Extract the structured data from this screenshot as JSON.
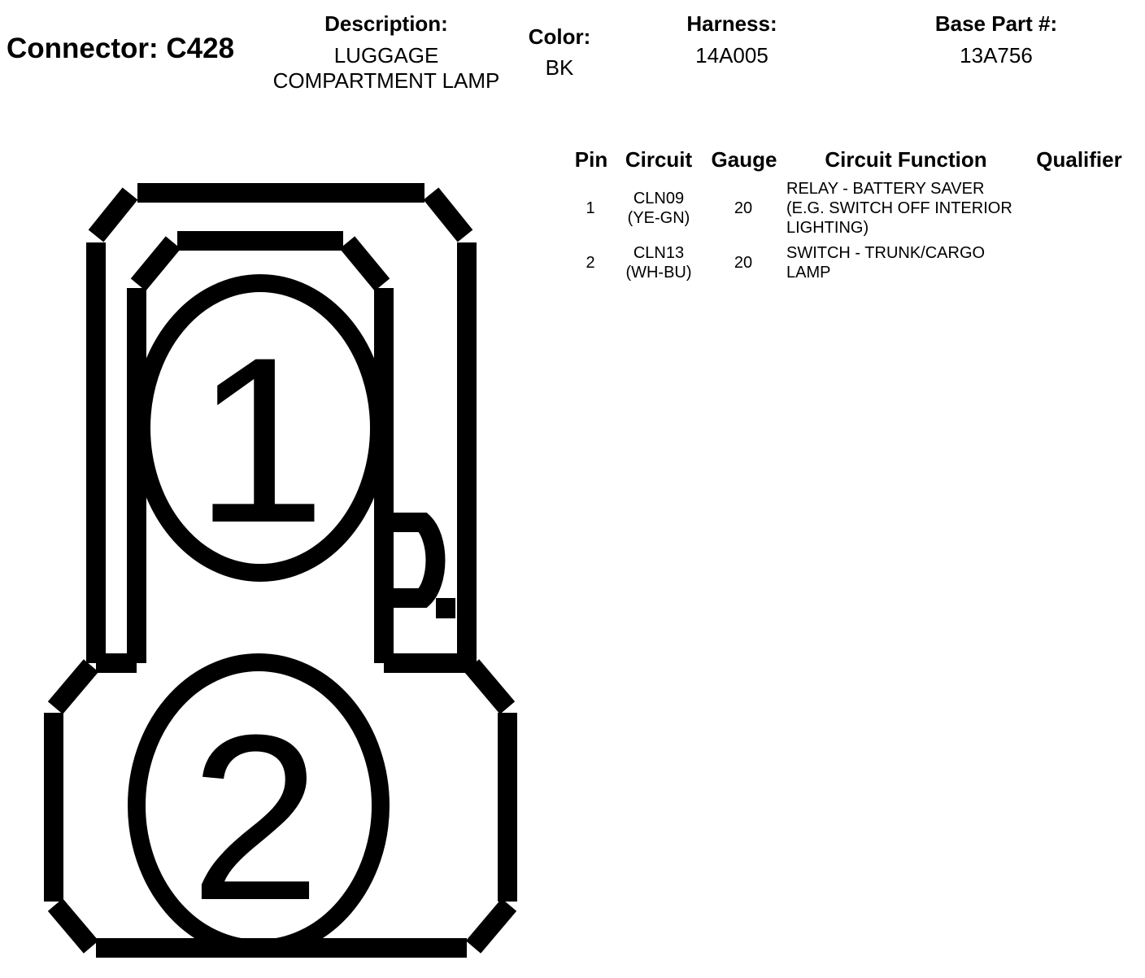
{
  "connector": {
    "title": "Connector: C428"
  },
  "header": {
    "description_label": "Description:",
    "description_lines": [
      "LUGGAGE",
      "COMPARTMENT LAMP"
    ],
    "color_label": "Color:",
    "color_value": "BK",
    "harness_label": "Harness:",
    "harness_value": "14A005",
    "base_part_label": "Base Part #:",
    "base_part_value": "13A756"
  },
  "table": {
    "columns": [
      "Pin",
      "Circuit",
      "Gauge",
      "Circuit Function",
      "Qualifier"
    ],
    "rows": [
      {
        "pin": "1",
        "circuit": [
          "CLN09",
          "(YE-GN)"
        ],
        "gauge": "20",
        "function": [
          "RELAY - BATTERY SAVER",
          "(E.G. SWITCH OFF INTERIOR",
          "LIGHTING)"
        ],
        "qualifier": ""
      },
      {
        "pin": "2",
        "circuit": [
          "CLN13",
          "(WH-BU)"
        ],
        "gauge": "20",
        "function": [
          "SWITCH - TRUNK/CARGO",
          "LAMP"
        ],
        "qualifier": ""
      }
    ]
  },
  "diagram": {
    "pin_labels": [
      "1",
      "2"
    ],
    "stroke_color": "#000000"
  }
}
